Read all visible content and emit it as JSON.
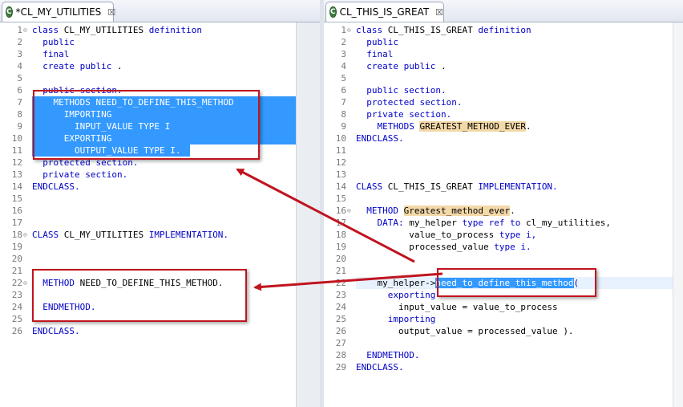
{
  "left_editor": {
    "tab_label": "*CL_MY_UTILITIES",
    "tab_icon": "abap-class-icon",
    "close_glyph": "☒",
    "lines": [
      {
        "n": "1",
        "text": "class CL_MY_UTILITIES definition"
      },
      {
        "n": "2",
        "text": "  public"
      },
      {
        "n": "3",
        "text": "  final"
      },
      {
        "n": "4",
        "text": "  create public ."
      },
      {
        "n": "5",
        "text": ""
      },
      {
        "n": "6",
        "text": "  public section."
      },
      {
        "n": "7",
        "text": "    METHODS NEED_TO_DEFINE_THIS_METHOD"
      },
      {
        "n": "8",
        "text": "      IMPORTING"
      },
      {
        "n": "9",
        "text": "        INPUT_VALUE TYPE I"
      },
      {
        "n": "10",
        "text": "      EXPORTING"
      },
      {
        "n": "11",
        "text": "        OUTPUT_VALUE TYPE I."
      },
      {
        "n": "12",
        "text": "  protected section."
      },
      {
        "n": "13",
        "text": "  private section."
      },
      {
        "n": "14",
        "text": "ENDCLASS."
      },
      {
        "n": "15",
        "text": ""
      },
      {
        "n": "16",
        "text": ""
      },
      {
        "n": "17",
        "text": ""
      },
      {
        "n": "18",
        "text": "CLASS CL_MY_UTILITIES IMPLEMENTATION."
      },
      {
        "n": "19",
        "text": ""
      },
      {
        "n": "20",
        "text": ""
      },
      {
        "n": "21",
        "text": ""
      },
      {
        "n": "22",
        "text": "  METHOD NEED_TO_DEFINE_THIS_METHOD."
      },
      {
        "n": "23",
        "text": ""
      },
      {
        "n": "24",
        "text": "  ENDMETHOD."
      },
      {
        "n": "25",
        "text": ""
      },
      {
        "n": "26",
        "text": "ENDCLASS."
      }
    ]
  },
  "right_editor": {
    "tab_label": "CL_THIS_IS_GREAT",
    "tab_icon": "abap-class-icon",
    "close_glyph": "☒",
    "lines": [
      {
        "n": "1",
        "text": "class CL_THIS_IS_GREAT definition"
      },
      {
        "n": "2",
        "text": "  public"
      },
      {
        "n": "3",
        "text": "  final"
      },
      {
        "n": "4",
        "text": "  create public ."
      },
      {
        "n": "5",
        "text": ""
      },
      {
        "n": "6",
        "text": "  public section."
      },
      {
        "n": "7",
        "text": "  protected section."
      },
      {
        "n": "8",
        "text": "  private section."
      },
      {
        "n": "9",
        "text": "    METHODS GREATEST_METHOD_EVER."
      },
      {
        "n": "10",
        "text": "ENDCLASS."
      },
      {
        "n": "11",
        "text": ""
      },
      {
        "n": "12",
        "text": ""
      },
      {
        "n": "13",
        "text": ""
      },
      {
        "n": "14",
        "text": "CLASS CL_THIS_IS_GREAT IMPLEMENTATION."
      },
      {
        "n": "15",
        "text": ""
      },
      {
        "n": "16",
        "text": "  METHOD Greatest_method_ever."
      },
      {
        "n": "17",
        "text": "    DATA: my_helper type ref to cl_my_utilities,"
      },
      {
        "n": "18",
        "text": "          value_to_process type i,"
      },
      {
        "n": "19",
        "text": "          processed_value type i."
      },
      {
        "n": "20",
        "text": ""
      },
      {
        "n": "21",
        "text": ""
      },
      {
        "n": "22",
        "text": "    my_helper->need_to_define_this_method("
      },
      {
        "n": "23",
        "text": "      exporting"
      },
      {
        "n": "24",
        "text": "        input_value = value_to_process"
      },
      {
        "n": "25",
        "text": "      importing"
      },
      {
        "n": "26",
        "text": "        output_value = processed_value )."
      },
      {
        "n": "27",
        "text": ""
      },
      {
        "n": "28",
        "text": "  ENDMETHOD."
      },
      {
        "n": "29",
        "text": "ENDCLASS."
      }
    ]
  },
  "colors": {
    "keyword": "#0000c8",
    "selection": "#3399ff",
    "occurrence_highlight": "#f3d8a8",
    "annotation_box": "#c0141e"
  }
}
